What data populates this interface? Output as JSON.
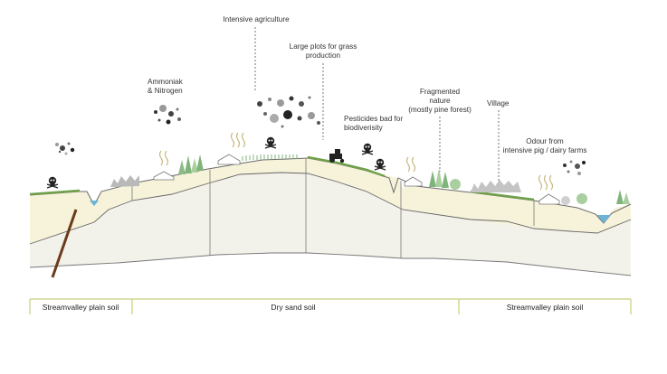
{
  "annotations": {
    "intensive_agriculture": "Intensive agriculture",
    "large_plots_line1": "Large plots for grass",
    "large_plots_line2": "production",
    "ammoniak_line1": "Ammoniak",
    "ammoniak_line2": "& Nitrogen",
    "fragmented_line1": "Fragmented",
    "fragmented_line2": "nature",
    "fragmented_line3": "(mostly pine forest)",
    "village": "Village",
    "pesticides_line1": "Pesticides bad for",
    "pesticides_line2": "biodiverisity",
    "odour_line1": "Odour from",
    "odour_line2": "intensive pig / dairy farms"
  },
  "soil_zones": [
    {
      "label": "Streamvalley plain soil"
    },
    {
      "label": "Dry sand soil"
    },
    {
      "label": "Streamvalley plain soil"
    }
  ],
  "colors": {
    "soil_fill": "#f6f3da",
    "lower_fill": "#eceadb",
    "grass": "#6fa04a",
    "water": "#6fb3d6",
    "zone_line": "#c9cf7a",
    "tree": "#7fb47a",
    "village": "#b9b9b9",
    "drain": "#6b3b1b"
  }
}
